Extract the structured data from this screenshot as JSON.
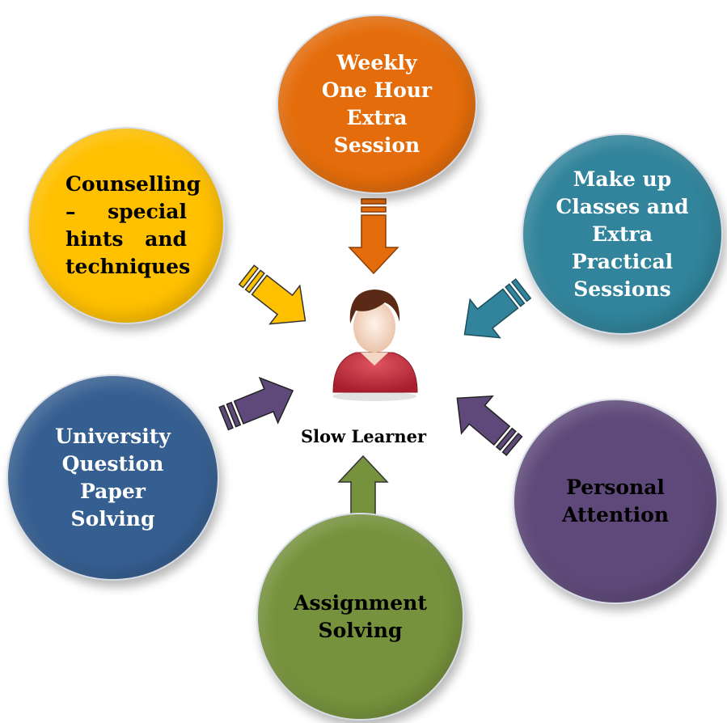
{
  "center": {
    "label": "Slow Learner",
    "icon": "person-avatar-icon"
  },
  "nodes": [
    {
      "id": "weekly",
      "label": "Weekly\nOne Hour\nExtra\nSession",
      "fill": "#E46C0A",
      "text_color": "#ffffff"
    },
    {
      "id": "counsel",
      "label": "Counselling – special hints and techniques",
      "fill": "#FFC000",
      "text_color": "#000000"
    },
    {
      "id": "makeup",
      "label": "Make up\nClasses and\nExtra\nPractical\nSessions",
      "fill": "#31849B",
      "text_color": "#ffffff"
    },
    {
      "id": "univ",
      "label": "University\nQuestion\nPaper\nSolving",
      "fill": "#365F91",
      "text_color": "#ffffff"
    },
    {
      "id": "personal",
      "label": "Personal\nAttention",
      "fill": "#5F497A",
      "text_color": "#000000"
    },
    {
      "id": "assign",
      "label": "Assignment\nSolving",
      "fill": "#76923C",
      "text_color": "#000000"
    }
  ],
  "colors": {
    "orange": "#E46C0A",
    "yellow": "#FFC000",
    "teal": "#31849B",
    "blue": "#365F91",
    "purple": "#5F497A",
    "green": "#76923C"
  }
}
